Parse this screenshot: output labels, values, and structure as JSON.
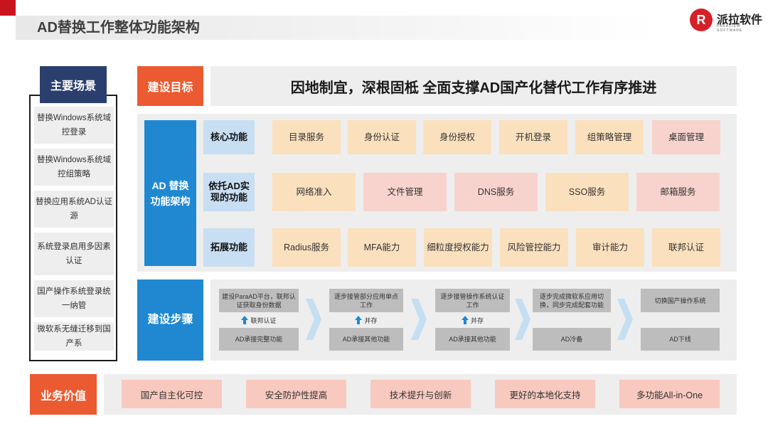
{
  "header": {
    "title": "AD替换工作整体功能架构",
    "logo_mark": "R",
    "logo_text": "派拉软件",
    "logo_sub": "PARAVIEW SOFTWARE"
  },
  "scenes": {
    "title": "主要场景",
    "items": [
      "替换Windows系统域控登录",
      "替换Windows系统域控组策略",
      "替换应用系统AD认证源",
      "系统登录启用多因素认证",
      "国产操作系统登录统一纳管",
      "微软系无缝迁移到国产系"
    ]
  },
  "goal": {
    "label": "建设目标",
    "text": "因地制宜，深根固柢  全面支撑AD国产化替代工作有序推进"
  },
  "architecture": {
    "label": "AD 替换功能架构",
    "rows": [
      {
        "label": "核心功能",
        "items": [
          "目录服务",
          "身份认证",
          "身份授权",
          "开机登录",
          "组策略管理",
          "桌面管理"
        ]
      },
      {
        "label": "依托AD实现的功能",
        "items": [
          "网络准入",
          "文件管理",
          "DNS服务",
          "SSO服务",
          "邮箱服务"
        ]
      },
      {
        "label": "拓展功能",
        "items": [
          "Radius服务",
          "MFA能力",
          "细粒度授权能力",
          "风险管控能力",
          "审计能力",
          "联邦认证"
        ]
      }
    ]
  },
  "steps": {
    "label": "建设步骤",
    "stages": [
      {
        "top": "建设ParaAD平台，联邦认证获取身份数据",
        "link": "联邦认证",
        "bottom": "AD承接完整功能"
      },
      {
        "top": "逐步接管部分应用单点工作",
        "link": "并存",
        "bottom": "AD承接其他功能"
      },
      {
        "top": "逐步接管操作系统认证工作",
        "link": "并存",
        "bottom": "AD承接其他功能"
      },
      {
        "top": "逐步完成微软系应用切换，同步完成配套功能",
        "link": "",
        "bottom": "AD冷备"
      },
      {
        "top": "切换国产操作系统",
        "link": "",
        "bottom": "AD下线"
      }
    ]
  },
  "value": {
    "label": "业务价值",
    "items": [
      "国产自主化可控",
      "安全防护性提高",
      "技术提升与创新",
      "更好的本地化支持",
      "多功能All-in-One"
    ]
  },
  "colors": {
    "accent_red": "#c8141c",
    "orange": "#eb5a30",
    "navy": "#2a3f6d",
    "blue": "#1f88d1",
    "light_blue": "#c8def3",
    "peach": "#fbe0bd",
    "pink": "#f8d3cd"
  }
}
